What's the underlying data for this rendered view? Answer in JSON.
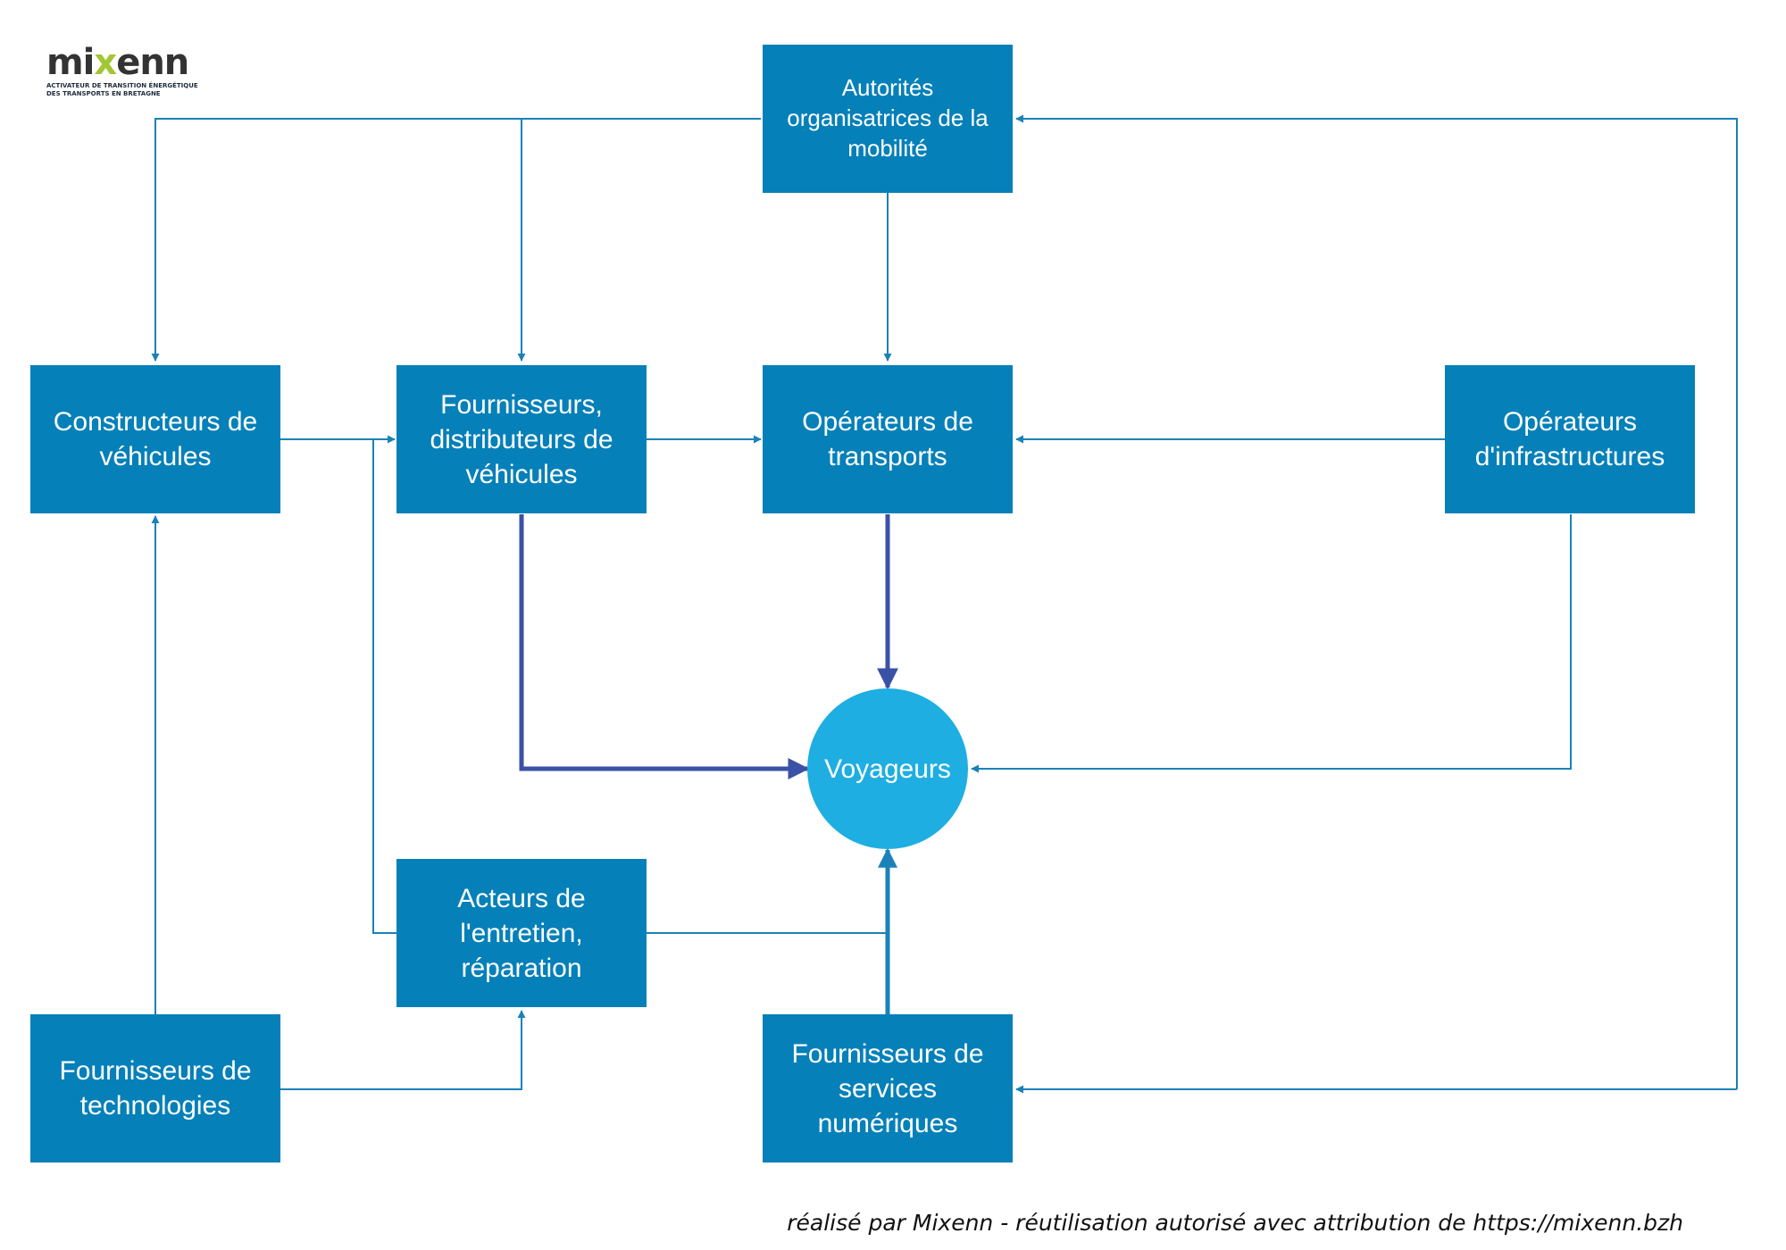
{
  "colors": {
    "box_fill": "#0580b9",
    "circle_fill": "#1eaee2",
    "connector": "#1a82b8",
    "flow_strong": "#3a52a6",
    "logo_dark": "#333333",
    "logo_accent": "#a3c634"
  },
  "logo": {
    "wordmark_start": "mi",
    "wordmark_accent": "x",
    "wordmark_end": "enn",
    "tagline_line1": "ACTIVATEUR DE TRANSITION ÉNERGÉTIQUE",
    "tagline_line2": "DES TRANSPORTS EN BRETAGNE"
  },
  "nodes": {
    "autorites": "Autorités organisatrices de la mobilité",
    "constructeurs": "Constructeurs de véhicules",
    "fournisseurs_vehicules": "Fournisseurs, distributeurs de véhicules",
    "operateurs_transports": "Opérateurs de transports",
    "operateurs_infra": "Opérateurs d'infrastructures",
    "voyageurs": "Voyageurs",
    "entretien": "Acteurs de l'entretien, réparation",
    "fournisseurs_technologies": "Fournisseurs de technologies",
    "fournisseurs_numeriques": "Fournisseurs de services numériques"
  },
  "footer": {
    "credit": "réalisé par Mixenn - réutilisation autorisé avec attribution de https://mixenn.bzh"
  }
}
